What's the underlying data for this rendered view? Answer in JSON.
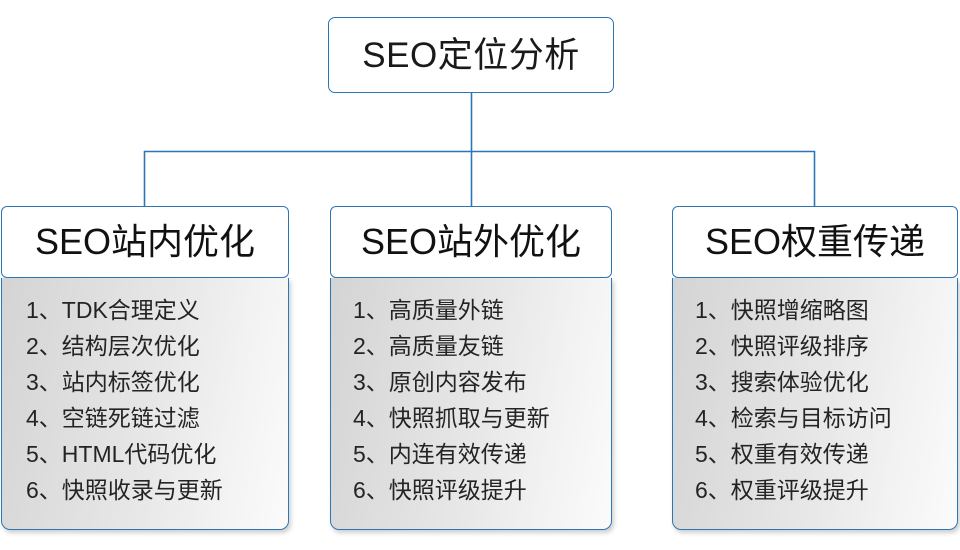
{
  "root": {
    "title": "SEO定位分析"
  },
  "theme": {
    "line_color": "#2e75b6",
    "box_border": "#2e75b6",
    "header_bg": "#ffffff",
    "body_bg_light": "#fbfbfb",
    "body_bg_dark": "#d4d4d4",
    "text_color": "#1a1a1a"
  },
  "columns": [
    {
      "header": "SEO站内优化",
      "items": [
        "1、TDK合理定义",
        "2、结构层次优化",
        "3、站内标签优化",
        "4、空链死链过滤",
        "5、HTML代码优化",
        "6、快照收录与更新"
      ]
    },
    {
      "header": "SEO站外优化",
      "items": [
        "1、高质量外链",
        "2、高质量友链",
        "3、原创内容发布",
        "4、快照抓取与更新",
        "5、内连有效传递",
        "6、快照评级提升"
      ]
    },
    {
      "header": "SEO权重传递",
      "items": [
        "1、快照增缩略图",
        "2、快照评级排序",
        "3、搜索体验优化",
        "4、检索与目标访问",
        "5、权重有效传递",
        "6、权重评级提升"
      ]
    }
  ]
}
